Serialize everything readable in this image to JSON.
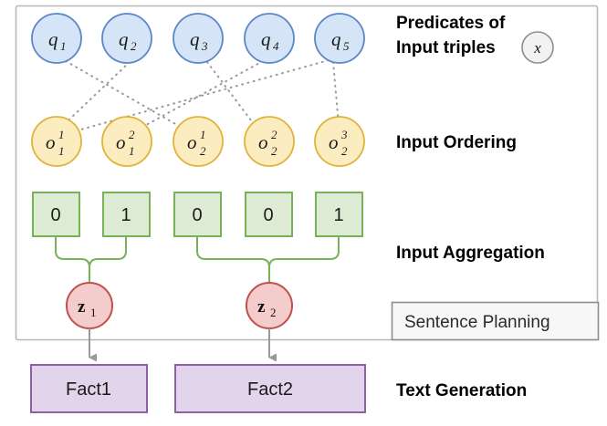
{
  "diagram": {
    "title_present": false,
    "colors": {
      "q_fill": "#d6e4f7",
      "q_stroke": "#5b87c7",
      "o_fill": "#fcedc1",
      "o_stroke": "#e0b338",
      "box_fill": "#ddebd4",
      "box_stroke": "#77b256",
      "z_fill": "#f4cccc",
      "z_stroke": "#c0504d",
      "fact_fill": "#e2d4ea",
      "fact_stroke": "#8e5ea8",
      "arrow_gray": "#9a9a9a",
      "container_stroke": "#b8b8b8",
      "sp_fill": "#f7f7f7",
      "sp_stroke": "#8d8d8d"
    },
    "rows": {
      "predicates": {
        "nodes": [
          {
            "base": "q",
            "sub": "1"
          },
          {
            "base": "q",
            "sub": "2"
          },
          {
            "base": "q",
            "sub": "3"
          },
          {
            "base": "q",
            "sub": "4"
          },
          {
            "base": "q",
            "sub": "5"
          }
        ]
      },
      "ordering": {
        "nodes": [
          {
            "base": "o",
            "sub": "1",
            "sup": "1"
          },
          {
            "base": "o",
            "sub": "1",
            "sup": "2"
          },
          {
            "base": "o",
            "sub": "2",
            "sup": "1"
          },
          {
            "base": "o",
            "sub": "2",
            "sup": "2"
          },
          {
            "base": "o",
            "sub": "2",
            "sup": "3"
          }
        ]
      },
      "aggregation": {
        "boxes": [
          {
            "value": "0"
          },
          {
            "value": "1"
          },
          {
            "value": "0"
          },
          {
            "value": "0"
          },
          {
            "value": "1"
          }
        ]
      },
      "latent": {
        "nodes": [
          {
            "base": "z",
            "sub": "1"
          },
          {
            "base": "z",
            "sub": "2"
          }
        ]
      },
      "facts": {
        "boxes": [
          {
            "label": "Fact1"
          },
          {
            "label": "Fact2"
          }
        ]
      }
    },
    "stage_labels": [
      {
        "id": "predicates",
        "line1": "Predicates of",
        "line2": "Input triples",
        "badge": "x"
      },
      {
        "id": "ordering",
        "line1": "Input Ordering"
      },
      {
        "id": "aggregation",
        "line1": "Input Aggregation"
      },
      {
        "id": "generation",
        "line1": "Text Generation"
      }
    ],
    "sentence_planning_box": {
      "label": "Sentence Planning"
    }
  }
}
